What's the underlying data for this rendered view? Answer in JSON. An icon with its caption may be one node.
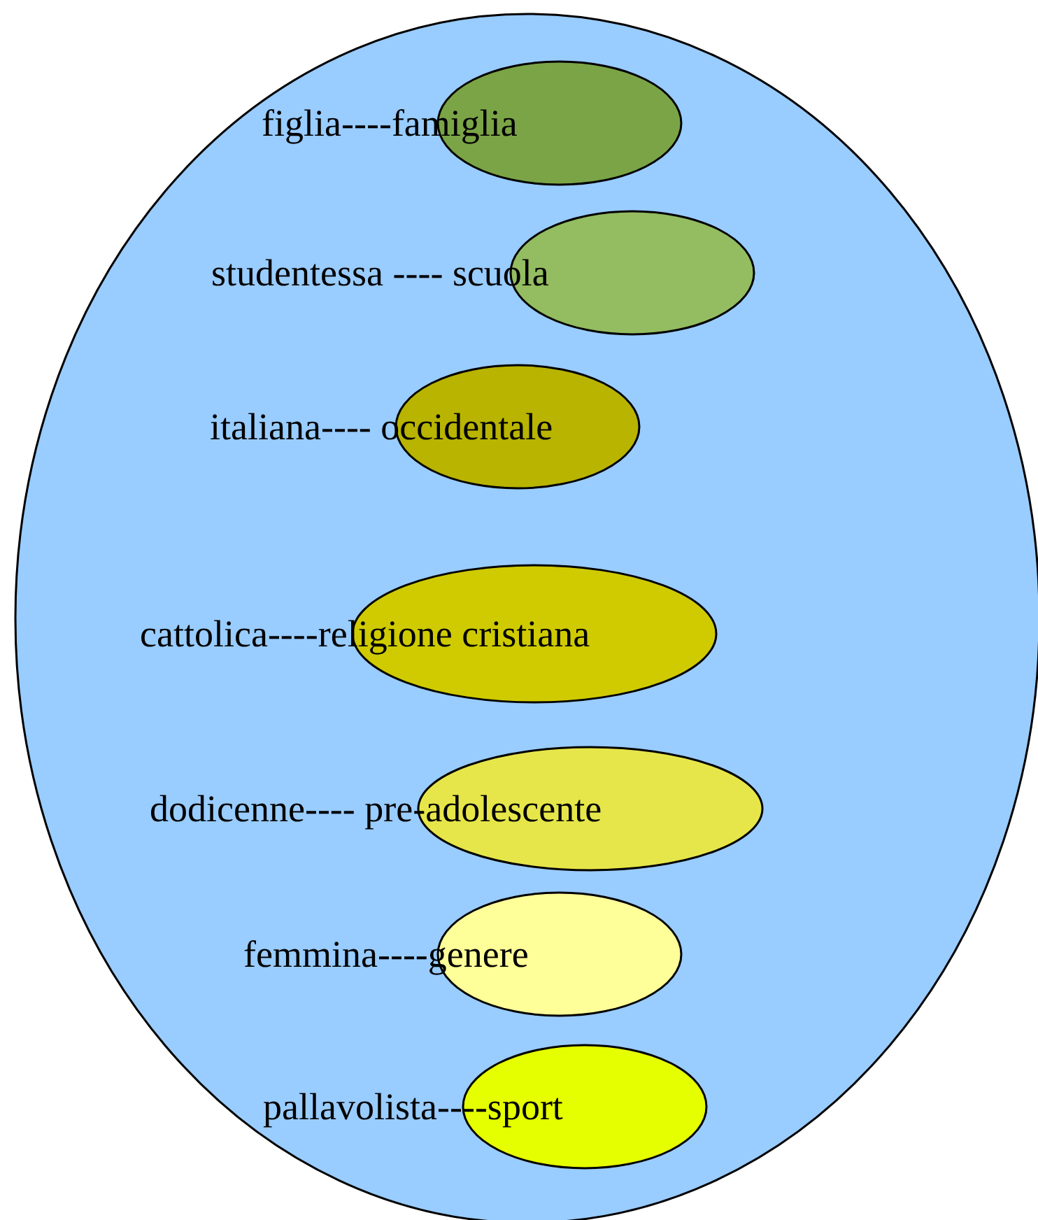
{
  "diagram": {
    "nodes": [
      {
        "text": [],
        "shape": "ellipse"
      },
      {
        "text": [
          "figlia----famiglia"
        ],
        "in": 0
      },
      {
        "text": [
          "studentessa ---- scuola"
        ],
        "in": 0
      },
      {
        "text": [
          "italiana---- occidentale"
        ],
        "in": 0
      },
      {
        "text": [
          "cattolica----religione cristiana"
        ],
        "in": 0
      },
      {
        "text": [
          "dodicenne---- pre-adolescente"
        ],
        "in": 0
      },
      {
        "text": [
          "femmina----genere"
        ],
        "in": 0
      },
      {
        "text": [
          "pallavolista----sport"
        ],
        "in": 0
      }
    ]
  }
}
